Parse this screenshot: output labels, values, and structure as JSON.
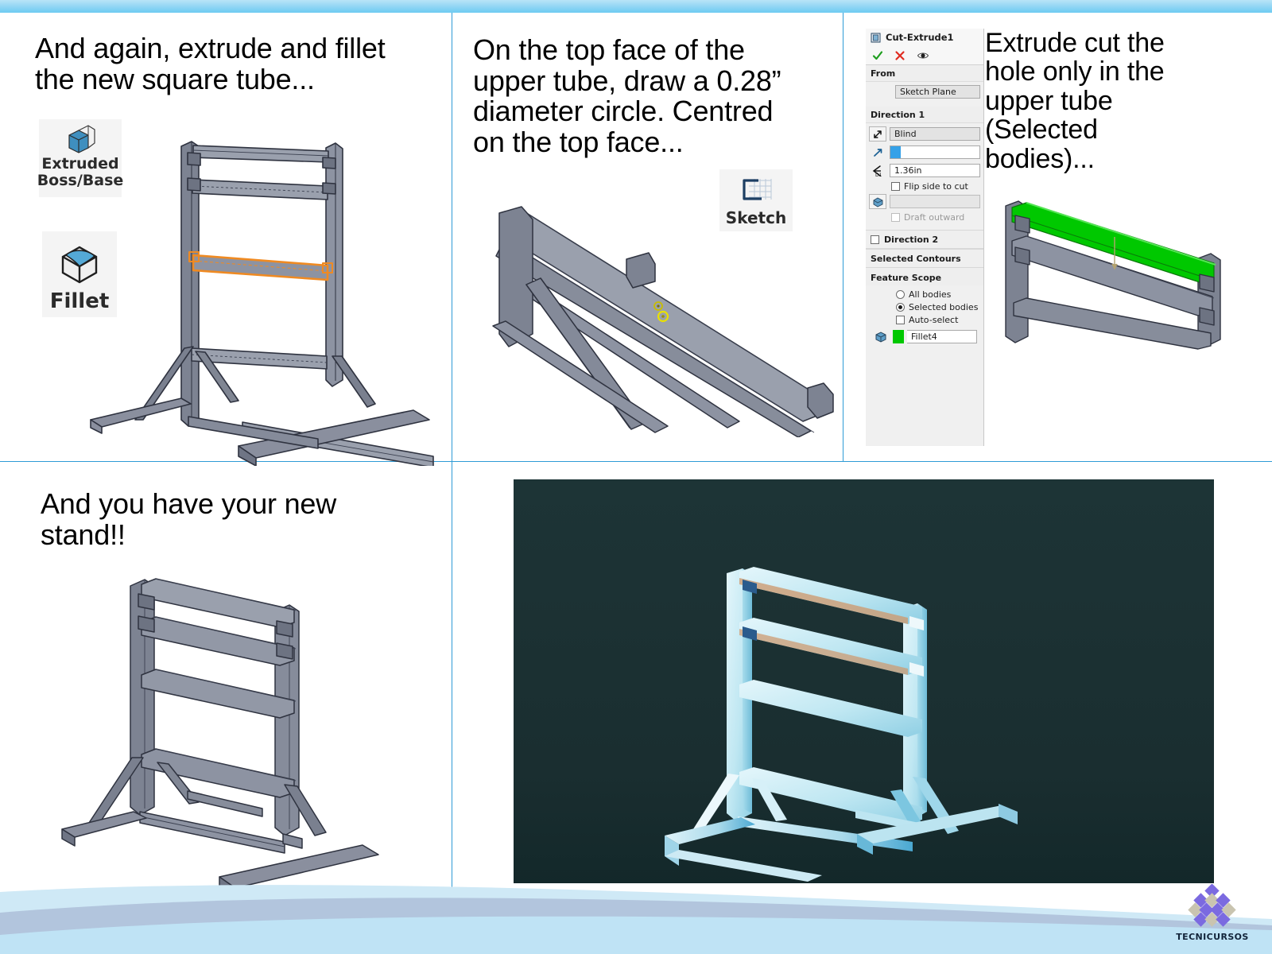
{
  "slide": {
    "title_bar_color": "#8fd5f4",
    "divider_color": "#2e9bd6",
    "background": "#ffffff"
  },
  "panels": {
    "top_left": {
      "heading": "And again, extrude and fillet\nthe new square tube...",
      "commands": [
        {
          "name": "extruded-boss-base",
          "label": "Extruded\nBoss/Base",
          "icon": "extrude-icon"
        },
        {
          "name": "fillet",
          "label": "Fillet",
          "icon": "fillet-icon"
        }
      ],
      "model_caption": "stand-frame-with-highlighted-tube",
      "highlight_color": "#ef8a22"
    },
    "top_middle": {
      "heading": "On the top face of the\nupper tube, draw a 0.28”\ndiameter circle. Centred\non the top face...",
      "commands": [
        {
          "name": "sketch",
          "label": "Sketch",
          "icon": "sketch-icon"
        }
      ],
      "model_caption": "angled-frame-with-sketch-circle",
      "sketch_point_color": "#e8e000"
    },
    "top_right": {
      "heading": "Extrude cut the\nhole only in the\nupper tube\n(Selected\nbodies)...",
      "model_caption": "upper-tube-highlighted-green",
      "highlight_color": "#00c800"
    },
    "bottom_left": {
      "heading": "And you have your new\nstand!!",
      "model_caption": "finished-stand-isometric"
    },
    "bottom_right": {
      "render_caption": "rendered-stand-on-dark-background",
      "background_color": "#1b2f30",
      "model_color": "#b6e4ef"
    }
  },
  "property_manager": {
    "title": "Cut-Extrude1",
    "title_icon": "cut-extrude-icon",
    "actions": [
      {
        "name": "accept-button",
        "icon": "check-icon",
        "color": "#1e9e1e"
      },
      {
        "name": "cancel-button",
        "icon": "cross-icon",
        "color": "#e02b20"
      },
      {
        "name": "preview-button",
        "icon": "eye-icon",
        "color": "#333333"
      }
    ],
    "sections": [
      {
        "name": "from",
        "label": "From",
        "fields": [
          {
            "name": "from-condition",
            "value": "Sketch Plane"
          }
        ]
      },
      {
        "name": "direction-1",
        "label": "Direction 1",
        "end_condition": "Blind",
        "end_condition_icon": "reverse-direction-icon",
        "direction_icon": "direction-arrow-icon",
        "direction_value": "",
        "depth_icon": "depth-d1-icon",
        "depth_value": "1.36in",
        "flip_side_label": "Flip side to cut",
        "flip_side_checked": false,
        "draft_icon": "draft-icon",
        "draft_value": "",
        "draft_outward_label": "Draft outward",
        "draft_outward_checked": false,
        "draft_outward_enabled": false
      },
      {
        "name": "direction-2",
        "label": "Direction 2",
        "checked": false
      },
      {
        "name": "selected-contours",
        "label": "Selected Contours"
      },
      {
        "name": "feature-scope",
        "label": "Feature Scope",
        "options": [
          {
            "name": "all-bodies",
            "label": "All bodies",
            "selected": false
          },
          {
            "name": "selected-bodies",
            "label": "Selected bodies",
            "selected": true
          }
        ],
        "auto_select_label": "Auto-select",
        "auto_select_checked": false,
        "body_list": [
          {
            "name": "body-item",
            "label": "Fillet4",
            "icon": "solid-body-icon",
            "swatch": "#00c800"
          }
        ]
      }
    ]
  },
  "branding": {
    "logo_text": "TECNICURSOS",
    "logo_icon": "diamond-grid-icon",
    "diamond_color": "#7b6ae0",
    "diamond_alt_color": "#c9c4b0"
  }
}
